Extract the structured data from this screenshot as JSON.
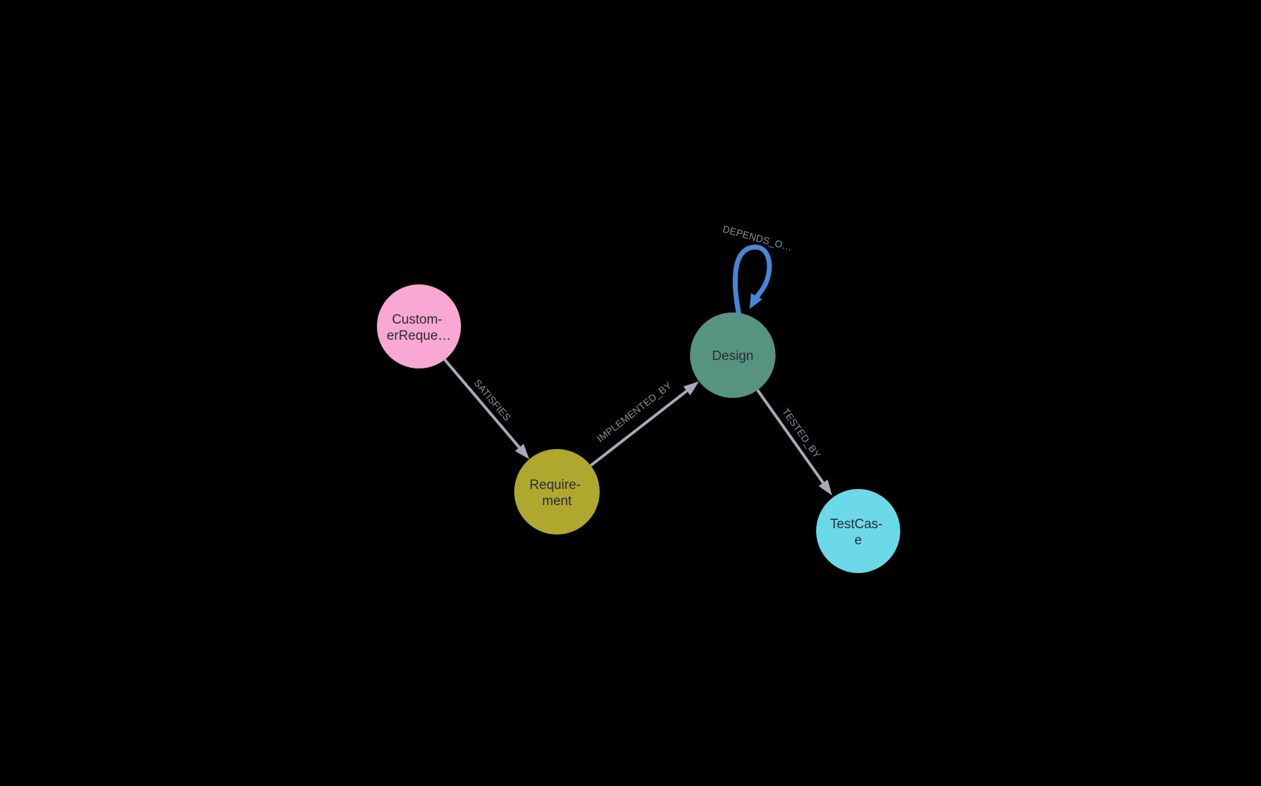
{
  "colors": {
    "background": "#000000",
    "relationship": "#A6ACB7",
    "relationship_label": "#8A919C",
    "node_label": "#2A2C34",
    "self_loop": "#4787D7"
  },
  "nodes": [
    {
      "name": "customer-request",
      "color": "#F8A8D2",
      "lines": [
        "Custom-",
        "erReque…"
      ]
    },
    {
      "name": "requirement",
      "color": "#B0A72F",
      "lines": [
        "Require-",
        "ment"
      ]
    },
    {
      "name": "design",
      "color": "#569480",
      "lines": [
        "Design"
      ]
    },
    {
      "name": "testcase",
      "color": "#6BD9E7",
      "lines": [
        "TestCas-",
        "e"
      ]
    }
  ],
  "relationships": [
    {
      "name": "satisfies",
      "caption": "SATISFIES"
    },
    {
      "name": "implemented-by",
      "caption": "IMPLEMENTED_BY"
    },
    {
      "name": "tested-by",
      "caption": "TESTED_BY"
    },
    {
      "name": "depends-on",
      "caption": "DEPENDS_O…"
    }
  ]
}
